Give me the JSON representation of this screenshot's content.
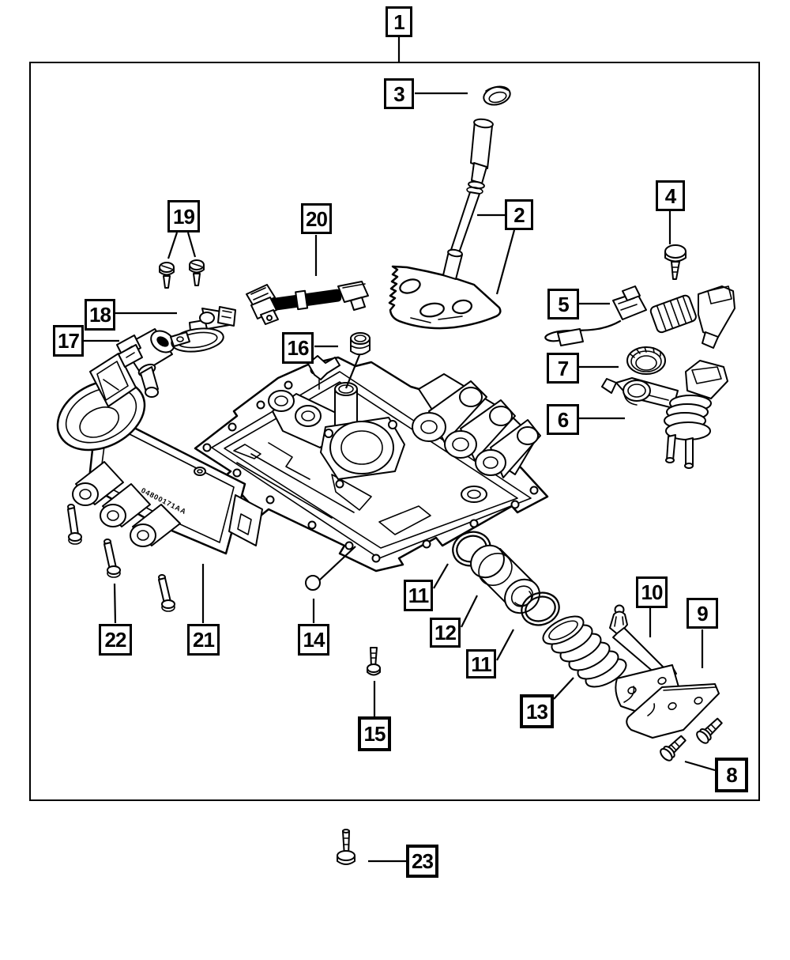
{
  "figure": {
    "type": "exploded parts diagram",
    "subject": "transmission valve body assembly",
    "background_color": "#ffffff",
    "line_color": "#000000"
  },
  "callouts": [
    {
      "label": "1"
    },
    {
      "label": "2"
    },
    {
      "label": "3"
    },
    {
      "label": "4"
    },
    {
      "label": "5"
    },
    {
      "label": "6"
    },
    {
      "label": "7"
    },
    {
      "label": "8"
    },
    {
      "label": "9"
    },
    {
      "label": "10"
    },
    {
      "label": "11"
    },
    {
      "label": "11"
    },
    {
      "label": "12"
    },
    {
      "label": "13"
    },
    {
      "label": "14"
    },
    {
      "label": "15"
    },
    {
      "label": "16"
    },
    {
      "label": "17"
    },
    {
      "label": "18"
    },
    {
      "label": "19"
    },
    {
      "label": "20"
    },
    {
      "label": "21"
    },
    {
      "label": "22"
    },
    {
      "label": "23"
    }
  ],
  "part_stamp": "04800171AA"
}
